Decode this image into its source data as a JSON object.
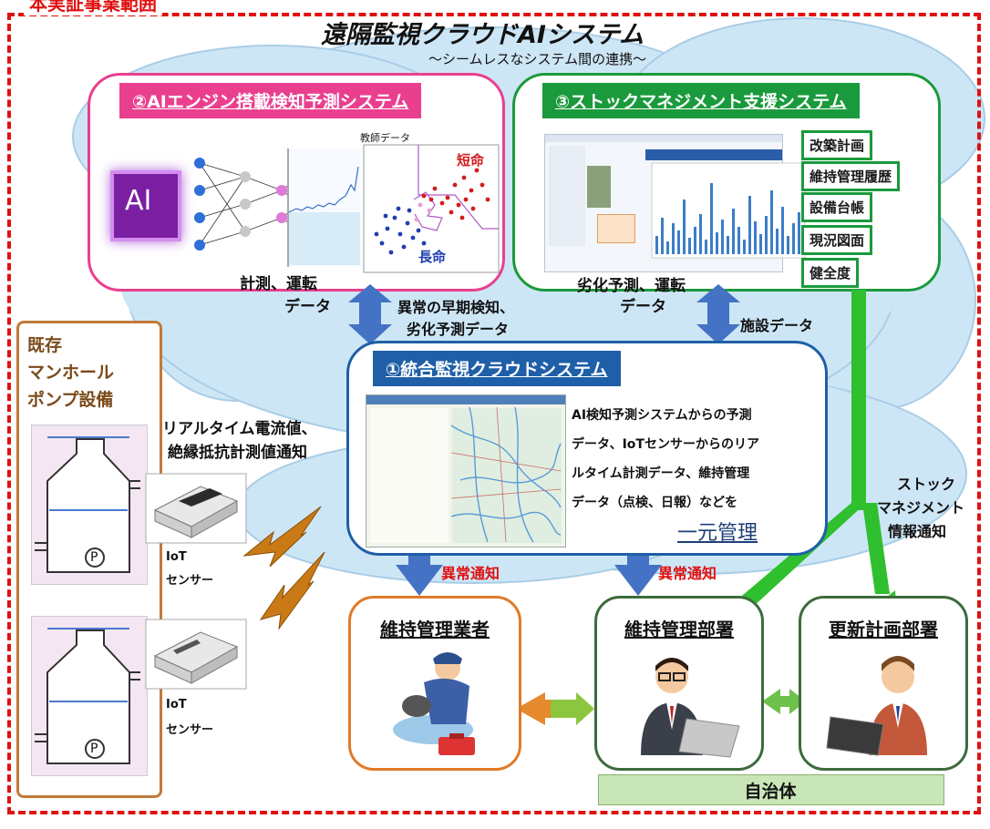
{
  "header": {
    "corner_label": "本実証事業範囲",
    "title": "遠隔監視クラウドAIシステム",
    "subtitle": "～シームレスなシステム間の連携～"
  },
  "colors": {
    "red_border": "#e01010",
    "pink": "#ea3f8f",
    "green": "#1a9a3c",
    "blue": "#1f5fa8",
    "orange": "#e07a28",
    "dark_green": "#3d6b3d",
    "cloud": "#cde6f6",
    "arrow_blue": "#4472c4",
    "arrow_green": "#2fbf2f"
  },
  "ai_panel": {
    "title": "②AIエンジン搭載検知予測システム",
    "ai_badge": "AI",
    "scatter_title": "教師データ",
    "short_life": "短命",
    "long_life": "長命",
    "bottom_label": "計測、運転"
  },
  "stock_panel": {
    "title": "③ストックマネジメント支援システム",
    "tags": [
      "改築計画",
      "維持管理履歴",
      "設備台帳",
      "現況図面",
      "健全度"
    ],
    "bottom_label": "劣化予測、運転"
  },
  "cloud_panel": {
    "title": "①統合監視クラウドシステム",
    "description_lines": [
      "AI検知予測システムからの予測",
      "データ、IoTセンサーからのリア",
      "ルタイム計測データ、維持管理",
      "データ（点検、日報）などを"
    ],
    "emphasis": "一元管理"
  },
  "labels": {
    "data_left": "データ",
    "data_right": "データ",
    "early_detect_1": "異常の早期検知、",
    "early_detect_2": "劣化予測データ",
    "facility_data": "施設データ",
    "realtime_1": "リアルタイム電流値、",
    "realtime_2": "絶縁抵抗計測値通知",
    "stock_notice_1": "ストック",
    "stock_notice_2": "マネジメント",
    "stock_notice_3": "情報通知",
    "alert_1": "異常通知",
    "alert_2": "異常通知"
  },
  "existing_box": {
    "title_lines": [
      "既存",
      "マンホール",
      "ポンプ設備"
    ],
    "sensor_label_1": "IoT",
    "sensor_label_2": "センサー",
    "pump_mark": "P"
  },
  "departments": {
    "contractor": "維持管理業者",
    "maintenance": "維持管理部署",
    "renewal": "更新計画部署",
    "municipality": "自治体"
  }
}
